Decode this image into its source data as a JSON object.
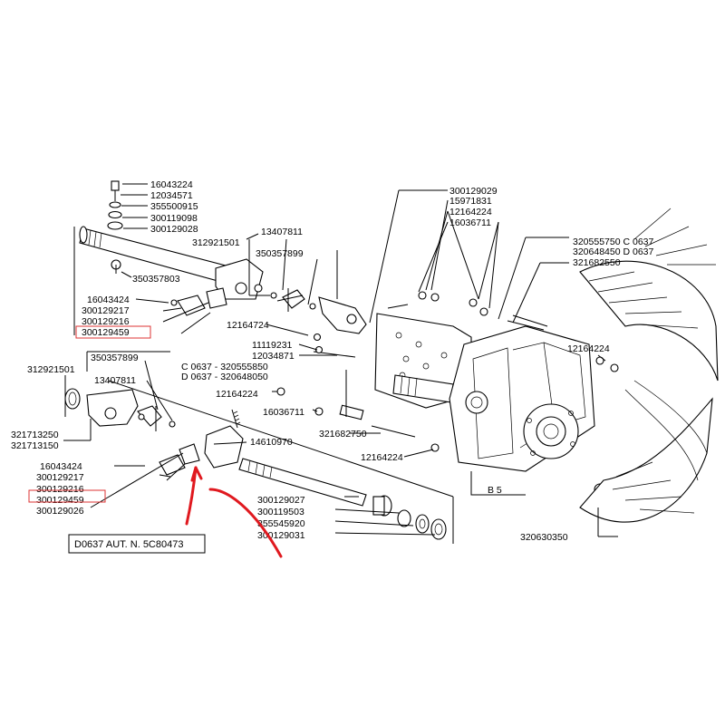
{
  "colors": {
    "ink": "#000000",
    "highlight": "#dd3333",
    "arrow": "#e0191f",
    "paper": "#ffffff"
  },
  "labels": {
    "t_16043224": "16043224",
    "t_12034571": "12034571",
    "t_355500915": "355500915",
    "t_300119098": "300119098",
    "t_300129028": "300129028",
    "t_350357803": "350357803",
    "t_16043424a": "16043424",
    "t_300129217a": "300129217",
    "t_300129216a": "300129216",
    "t_300129459a": "300129459",
    "t_312921501a": "312921501",
    "t_13407811a": "13407811",
    "t_350357899a": "350357899",
    "t_12164724": "12164724",
    "t_11119231": "11119231",
    "t_12034871": "12034871",
    "t_C0637": "C 0637 - 320555850",
    "t_D0637": "D 0637 - 320648050",
    "t_12164224a": "12164224",
    "t_16036711a": "16036711",
    "t_321682750": "321682750",
    "t_12164224b": "12164224",
    "t_14610970": "14610970",
    "t_350357899b": "350357899",
    "t_312921501b": "312921501",
    "t_13407811b": "13407811",
    "t_321713250": "321713250",
    "t_321713150": "321713150",
    "t_16043424b": "16043424",
    "t_300129217b": "300129217",
    "t_300129216b": "300129216",
    "t_300129459b": "300129459",
    "t_300129026": "300129026",
    "t_300129027": "300129027",
    "t_300119503": "300119503",
    "t_355545920": "355545920",
    "t_300129031": "300129031",
    "t_300129029": "300129029",
    "t_15971831": "15971831",
    "t_12164224c": "12164224",
    "t_16036711b": "16036711",
    "t_320555750": "320555750  C 0637",
    "t_320648450": "320648450  D 0637",
    "t_321682550": "321682550",
    "t_12164224d": "12164224",
    "t_B5": "B 5",
    "t_320630350": "320630350",
    "caption": "D0637 AUT. N. 5C80473"
  }
}
